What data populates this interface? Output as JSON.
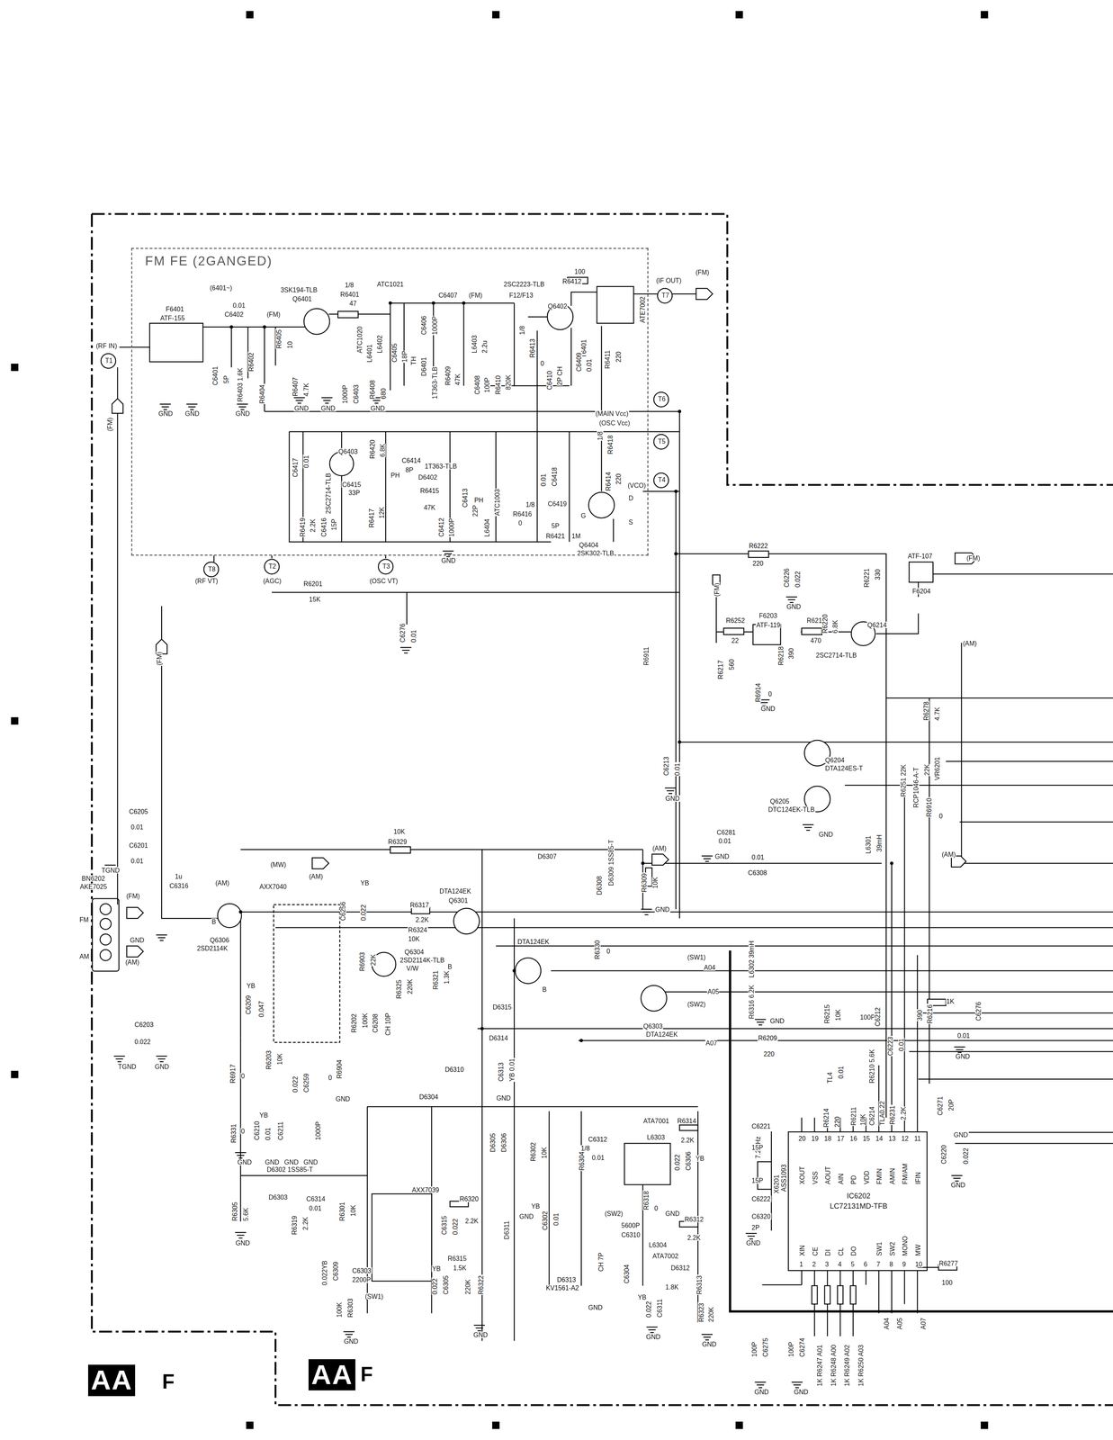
{
  "diagram": {
    "nodes": [
      {
        "text": [
          "FM FE (2GANGED)"
        ]
      },
      {
        "text": [
          "BN6202",
          "AKE7025"
        ]
      },
      {
        "text": [
          "IC6202",
          "LC72131MD-TFB"
        ]
      }
    ],
    "labels": [
      "(6401~)",
      "0.01",
      "C6402",
      "F6401",
      "ATF-155",
      "(RF IN)",
      "T1",
      "(FM)",
      "3SK194-TLB",
      "Q6401",
      "1/8",
      "R6401",
      "47",
      "ATC1021",
      "C6407",
      "(FM)",
      "2SC2223-TLB",
      "F12/F13",
      "Q6402",
      "100",
      "R6412",
      "(IF OUT)",
      "(FM)",
      "T7",
      "ATE7002",
      "T6401",
      "C6401",
      "5P",
      "R6403 1.6K",
      "R6402",
      "R6404",
      "R6405",
      "10",
      "R6407",
      "4.7K",
      "1000P",
      "C6403",
      "ATC1020",
      "L6401",
      "L6402",
      "R6408",
      "680",
      "C6405",
      "18P",
      "TH",
      "C6406",
      "D6401",
      "1T363-TLB",
      "1000P",
      "R6409",
      "47K",
      "L6403",
      "2.2u",
      "C6408",
      "100P",
      "R6410",
      "820K",
      "1/8",
      "R6413",
      "0",
      "C6410",
      "2P CH",
      "C6409",
      "0.01",
      "R6411",
      "220",
      "T6",
      "(MAIN Vcc)",
      "(OSC Vcc)",
      "T5",
      "C6417",
      "0.01",
      "Q6403",
      "2SC2714-TLB",
      "R6420",
      "6.8K",
      "C6414",
      "8P",
      "PH",
      "1T363-TLB",
      "D6402",
      "C6415",
      "33P",
      "R6419",
      "2.2K",
      "C6416",
      "15P",
      "R6417",
      "12K",
      "R6415",
      "47K",
      "C6412",
      "1000P",
      "C6413",
      "22P",
      "PH",
      "L6404",
      "ATC1003",
      "1/8",
      "R6416",
      "0",
      "C6418",
      "0.01",
      "1/8",
      "R6418",
      "R6414",
      "220",
      "(VCO)",
      "T4",
      "C6419",
      "5P",
      "G",
      "D",
      "S",
      "R6421",
      "1M",
      "Q6404",
      "2SK302-TLB",
      "GND",
      "T8",
      "(RF VT)",
      "T2",
      "(AGC)",
      "T3",
      "(OSC VT)",
      "R6201",
      "15K",
      "C6276",
      "0.01",
      "GND",
      "GND",
      "GND",
      "GND",
      "GND",
      "GND",
      "R6222",
      "220",
      "C6226",
      "0.022",
      "GND",
      "R6221",
      "330",
      "ATF-107",
      "F6204",
      "(FM)",
      "(FM)",
      "R6252",
      "22",
      "F6203",
      "ATF-119",
      "R6219",
      "470",
      "R6220",
      "6.8K",
      "R6218",
      "390",
      "R6217",
      "560",
      "Q6214",
      "2SC2714-TLB",
      "R6914",
      "0",
      "GND",
      "R6911",
      "(AM)",
      "R6278",
      "4.7K",
      "C6213",
      "0.01",
      "GND",
      "Q6204",
      "DTA124ES-T",
      "Q6205",
      "DTC124EK-TLB",
      "GND",
      "R6251 22K",
      "RCP1046-A-T",
      "22K",
      "VR6201",
      "R6910",
      "0",
      "C6281",
      "0.01",
      "GND",
      "L6301",
      "39mH",
      "(AM)",
      "0.01",
      "C6308",
      "(FM)",
      "(FM)",
      "C6205",
      "0.01",
      "C6201",
      "0.01",
      "TGND",
      "(FM)",
      "GND",
      "(AM)",
      "FM",
      "AM",
      "1u",
      "C6316",
      "(AM)",
      "Q6306",
      "2SD2114K",
      "B",
      "AXX7040",
      "(MW)",
      "(AM)",
      "10K",
      "R6329",
      "D6307",
      "D6308",
      "D6309 1SS85-T",
      "(AM)",
      "R6309",
      "10K",
      "GND",
      "C6256",
      "0.022",
      "YB",
      "DTA124EK",
      "Q6301",
      "R6317",
      "2.2K",
      "R6324",
      "10K",
      "R6903",
      "22K",
      "Q6304",
      "2SD2114K-TLB",
      "V/W",
      "B",
      "R6325",
      "220K",
      "R6321",
      "1.3K",
      "DTA124EK",
      "B",
      "R6330",
      "0",
      "(SW1)",
      "A04",
      "A05",
      "(SW2)",
      "Q6303",
      "DTA124EK",
      "A07",
      "R6316 6.2K",
      "L6302 39mH",
      "GND",
      "D6315",
      "D6314",
      "C6209",
      "0.047",
      "YB",
      "R6202",
      "100K",
      "C6208",
      "CH 10P",
      "R6203",
      "10K",
      "R6917",
      "0",
      "C6259",
      "0.022",
      "R6904",
      "0",
      "GND",
      "D6310",
      "C6313",
      "YB 0.01",
      "GND",
      "D6304",
      "C6210",
      "YB",
      "0.01",
      "C6211",
      "1000P",
      "GND",
      "GND",
      "GND",
      "GND",
      "R6331",
      "0",
      "D6302 1SS85-T",
      "D6303",
      "C6314",
      "0.01",
      "R6305",
      "5.6K",
      "GND",
      "R6319",
      "2.2K",
      "R6301",
      "10K",
      "AXX7039",
      "C6309",
      "0.022YB",
      "C6303",
      "2200P",
      "R6303",
      "100K",
      "GND",
      "(SW1)",
      "R6320",
      "2.2K",
      "C6315",
      "0.022",
      "C6305",
      "0.022",
      "YB",
      "R6315",
      "1.5K",
      "R6322",
      "220K",
      "GND",
      "D6305",
      "D6306",
      "D6311",
      "R6302",
      "10K",
      "R6304",
      "1/8",
      "YB",
      "GND",
      "C6302",
      "0.01",
      "C6312",
      "0.01",
      "ATA7001",
      "L6303",
      "R6314",
      "2.2K",
      "C6306",
      "0.022",
      "YB",
      "R6318",
      "0",
      "GND",
      "(SW2)",
      "5600P",
      "C6310",
      "R6312",
      "2.2K",
      "L6304",
      "ATA7002",
      "D6312",
      "1.8K",
      "R6313",
      "D6313",
      "KV1561-A2",
      "CH 7P",
      "C6304",
      "C6311",
      "0.022",
      "YB",
      "GND",
      "R6323",
      "220K",
      "GND",
      "GND",
      "7.2MHz",
      "C6221",
      "15P",
      "X6201",
      "15P",
      "ASS1093",
      "C6222",
      "C6320",
      "2P",
      "GND",
      "XOUT",
      "VSS",
      "AOUT",
      "AIN",
      "PD",
      "VDD",
      "FMIN",
      "AMIN",
      "FM/AM",
      "IFIN",
      "20",
      "19",
      "18",
      "17",
      "16",
      "15",
      "14",
      "13",
      "12",
      "11",
      "1",
      "2",
      "3",
      "4",
      "5",
      "6",
      "7",
      "8",
      "9",
      "10",
      "XIN",
      "CE",
      "DI",
      "CL",
      "DO",
      "SW1",
      "SW2",
      "MONO",
      "MW",
      "R6215",
      "10K",
      "100P",
      "C6212",
      "R6209",
      "220",
      "TL4",
      "0.01",
      "R6210 5.6K",
      "C6214",
      "TLA0.22",
      "R6211",
      "10K",
      "C6223",
      "0.01",
      "R6214",
      "220",
      "R6231",
      "2.2K",
      "1K",
      "R6216",
      "390",
      "C6276",
      "0.01",
      "GND",
      "C6271",
      "20P",
      "C6220",
      "0.022",
      "GND",
      "GND",
      "R6277",
      "100",
      "100P",
      "C6275",
      "GND",
      "100P",
      "C6274",
      "GND",
      "1K R6247 A01",
      "1K R6248 A00",
      "1K R6249 A02",
      "1K R6250 A03",
      "A04",
      "A05",
      "A07",
      "AA",
      "F",
      "AA",
      "F",
      "C6203",
      "0.022",
      "TGND",
      "GND"
    ]
  }
}
